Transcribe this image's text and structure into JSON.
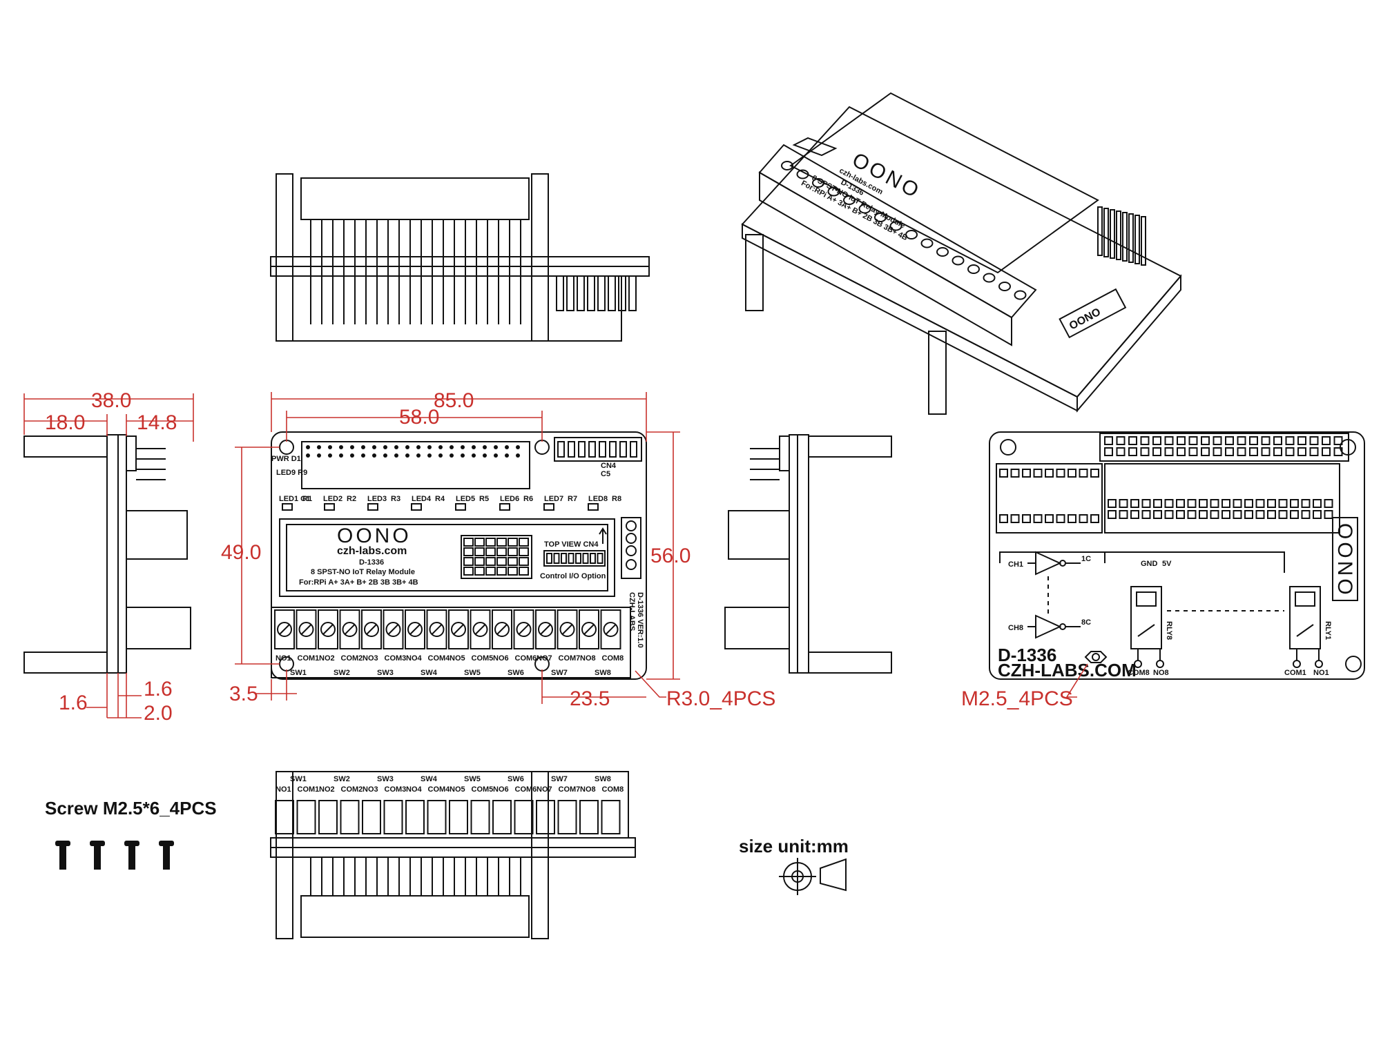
{
  "board": {
    "brand": "OONO",
    "site": "czh-labs.com",
    "model": "D-1336",
    "name": "8 SPST-NO IoT Relay Module",
    "compat": "For:RPi A+ 3A+ B+ 2B 3B 3B+ 4B",
    "top_view": "TOP VIEW CN4",
    "control": "Control I/O Option",
    "side_brand": "CZH-LABS",
    "side_ver": "D-1336 VER:1.0",
    "pwr": "PWR D1",
    "cn4": "CN4",
    "c5": "C5",
    "led9": "LED9 R9",
    "switches": [
      "SW1",
      "SW2",
      "SW3",
      "SW4",
      "SW5",
      "SW6",
      "SW7",
      "SW8"
    ],
    "terminals": [
      "NO1",
      "COM1",
      "NO2",
      "COM2",
      "NO3",
      "COM3",
      "NO4",
      "COM4",
      "NO5",
      "COM5",
      "NO6",
      "COM6",
      "NO7",
      "COM7",
      "NO8",
      "COM8"
    ],
    "leds": [
      "LED1 C1",
      "R1",
      "LED2",
      "R2",
      "LED3",
      "R3",
      "LED4",
      "R4",
      "LED5",
      "R5",
      "LED6",
      "R6",
      "LED7",
      "R7",
      "LED8",
      "R8"
    ]
  },
  "schematic": {
    "model": "D-1336",
    "site": "CZH-LABS.COM",
    "ch_top": "CH1",
    "ch_bottom": "CH8",
    "out_top": "1C",
    "out_bottom": "8C",
    "rly_left": "RLY8",
    "rly_right": "RLY1",
    "left_terms": [
      "COM8",
      "NO8"
    ],
    "right_terms": [
      "COM1",
      "NO1"
    ],
    "gnd": "GND",
    "v5": "5V"
  },
  "dimensions": {
    "d38": "38.0",
    "d18": "18.0",
    "d14_8": "14.8",
    "d85": "85.0",
    "d58": "58.0",
    "d49": "49.0",
    "d56": "56.0",
    "d1_6a": "1.6",
    "d1_6b": "1.6",
    "d2_0": "2.0",
    "d3_5": "3.5",
    "d23_5": "23.5",
    "r3": "R3.0_4PCS",
    "m25": "M2.5_4PCS"
  },
  "notes": {
    "screw": "Screw M2.5*6_4PCS",
    "unit": "size unit:mm"
  },
  "colors": {
    "dimension": "#c8302c",
    "ink": "#111111"
  }
}
